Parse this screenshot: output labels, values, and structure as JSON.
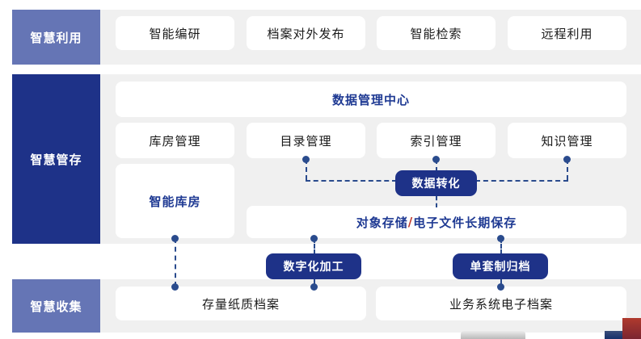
{
  "colors": {
    "brand_dark": "#1e3288",
    "brand_light": "#6575b5",
    "panel_bg": "#f0f0f0",
    "card_bg": "#ffffff",
    "connector": "#2a4b8d",
    "blue_text": "#1f3a93",
    "slash_accent": "#c0392b"
  },
  "bands": [
    {
      "label": "智慧利用",
      "tone": "light"
    },
    {
      "label": "智慧管存",
      "tone": "dark"
    },
    {
      "label": "智慧收集",
      "tone": "light"
    }
  ],
  "utilization": {
    "side_label": "智慧利用",
    "cards": [
      "智能编研",
      "档案对外发布",
      "智能检索",
      "远程利用"
    ]
  },
  "storage": {
    "side_label": "智慧管存",
    "header_card": "数据管理中心",
    "management_cards": [
      "库房管理",
      "目录管理",
      "索引管理",
      "知识管理"
    ],
    "smart_warehouse": "智能库房",
    "object_store": {
      "prefix": "对象存储",
      "separator": "/",
      "suffix": "电子文件长期保存"
    },
    "pill": "数据转化"
  },
  "collection": {
    "side_label": "智慧收集",
    "pills": [
      "数字化加工",
      "单套制归档"
    ],
    "cards": [
      "存量纸质档案",
      "业务系统电子档案"
    ]
  }
}
